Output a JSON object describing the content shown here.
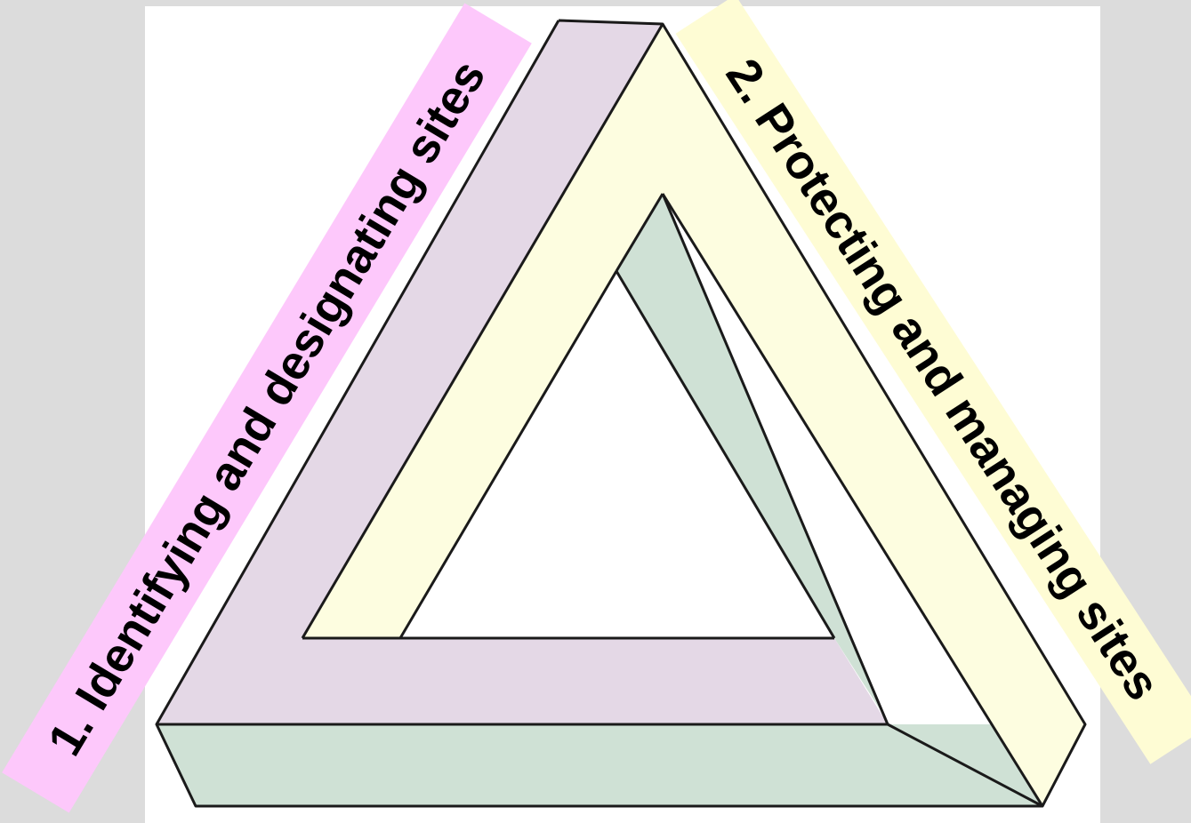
{
  "diagram": {
    "labels": [
      {
        "id": "label-1",
        "text": "1.  Identifying and designating sites",
        "band_color": "#fdc8fb"
      },
      {
        "id": "label-2",
        "text": "2.  Protecting and managing sites",
        "band_color": "#fefcd4"
      }
    ],
    "colors": {
      "background": "#dcdcdc",
      "panel": "#ffffff",
      "bar_left": "#e4d8e6",
      "bar_right": "#fdfde0",
      "bar_bottom": "#cfe1d5",
      "outline": "#1a1a1a"
    }
  }
}
